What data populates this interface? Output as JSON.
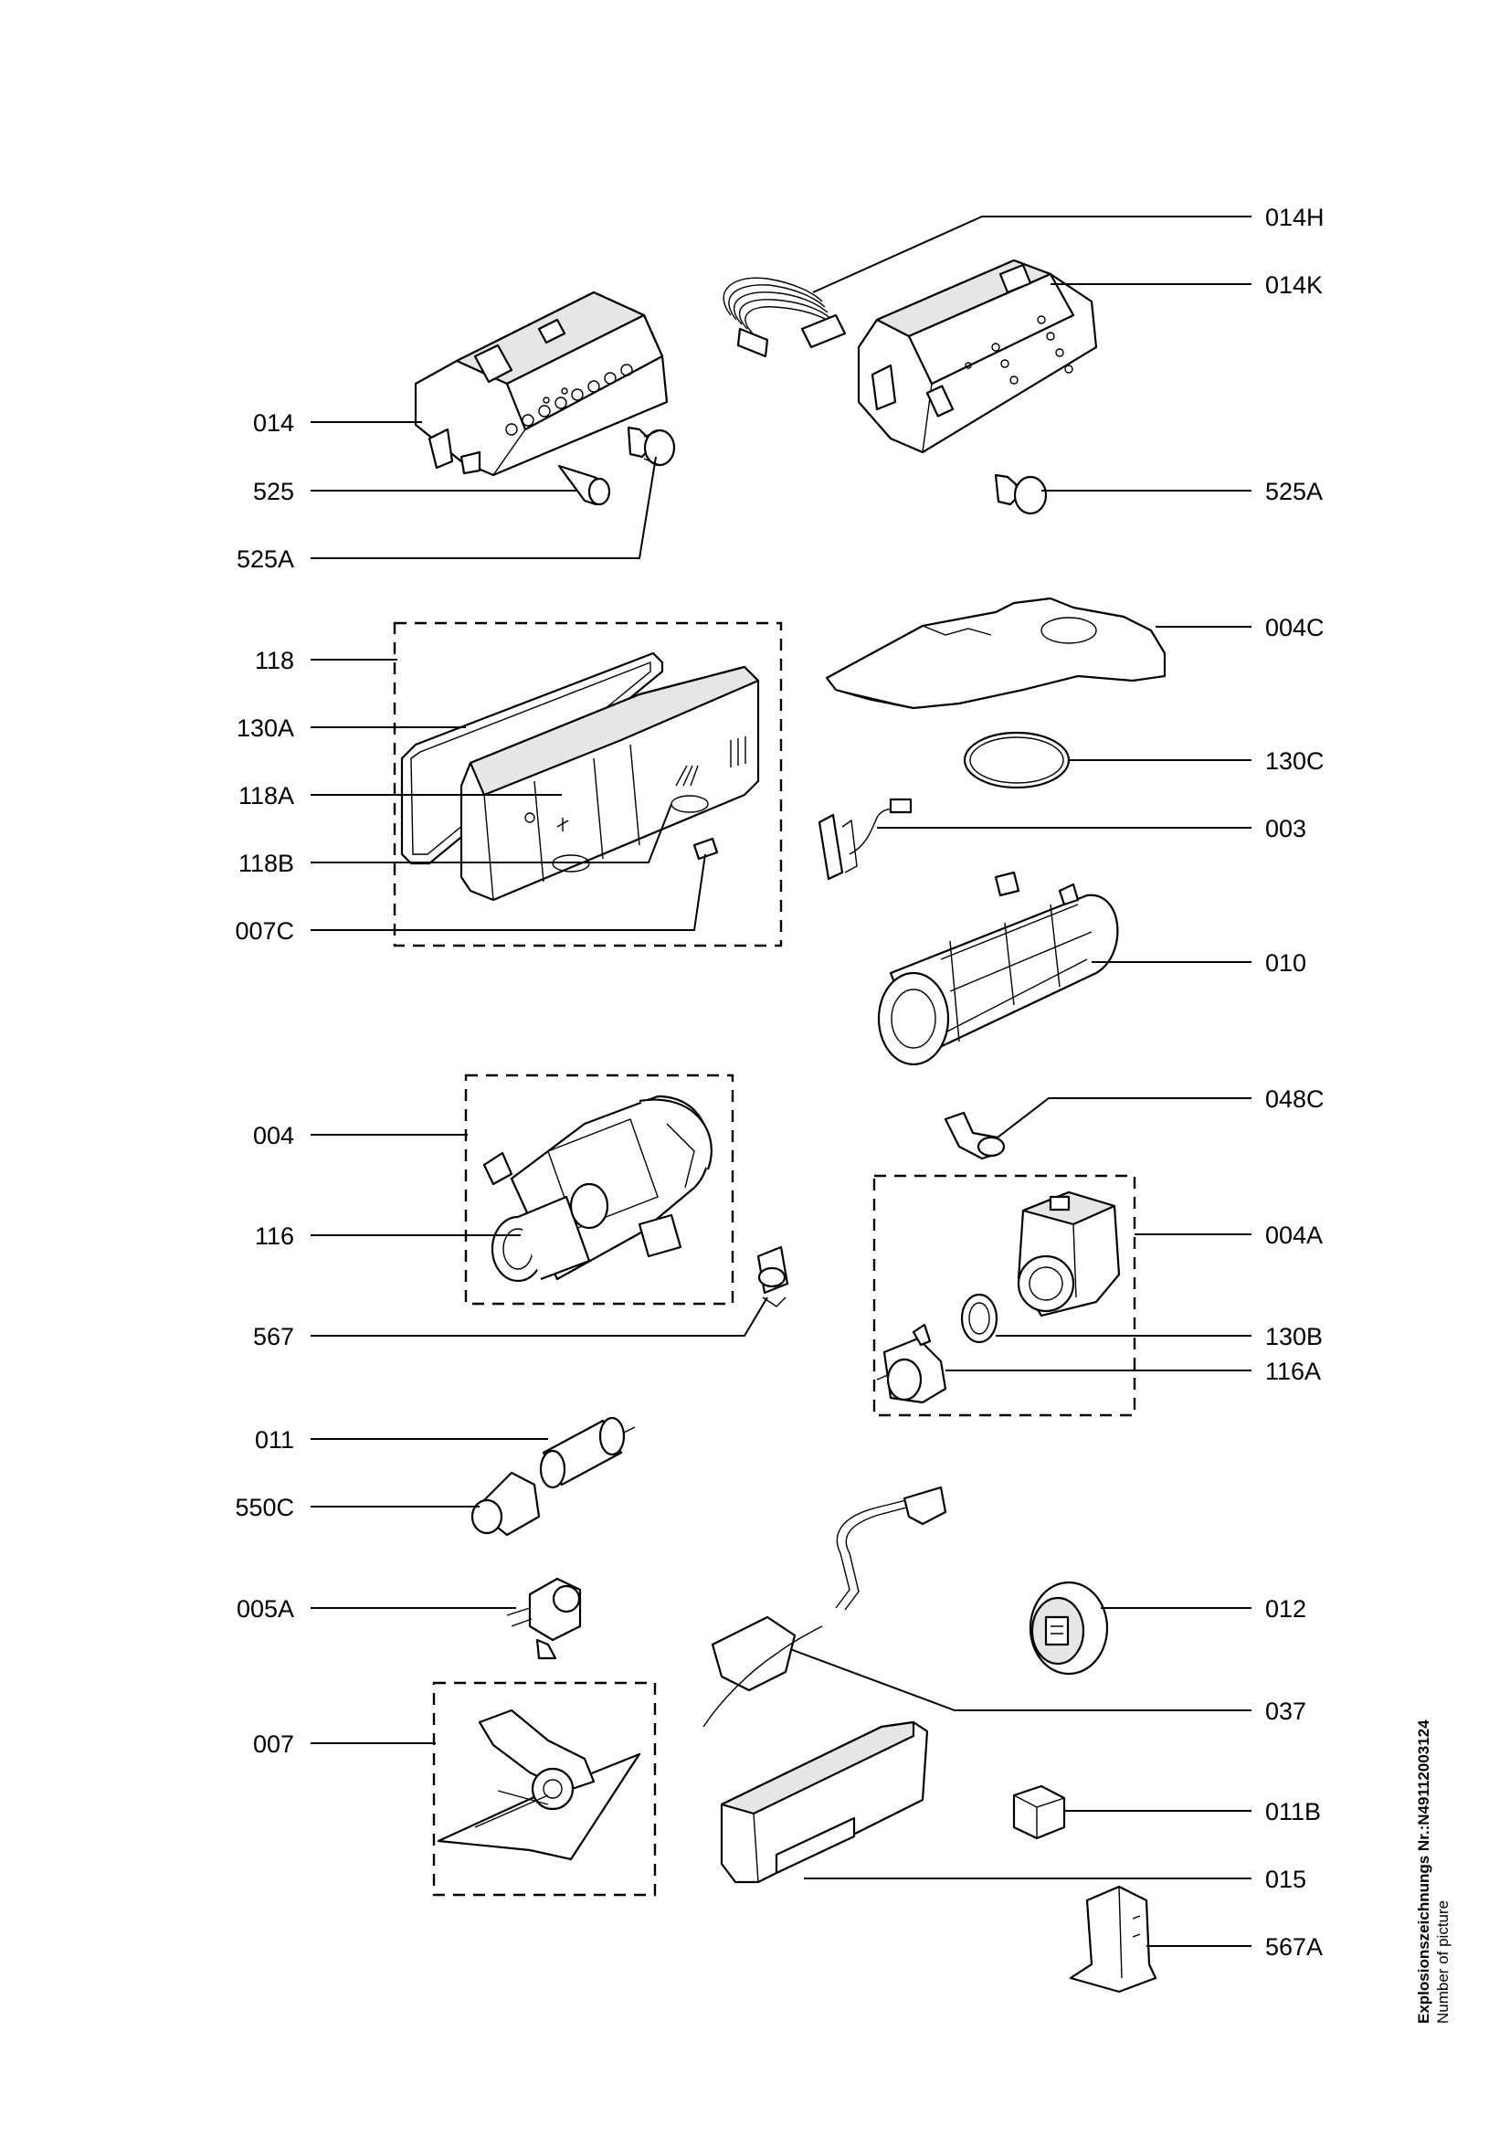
{
  "labels": {
    "014H": "014H",
    "014K": "014K",
    "014": "014",
    "525": "525",
    "525A_left": "525A",
    "525A_right": "525A",
    "118": "118",
    "130A": "130A",
    "118A": "118A",
    "118B": "118B",
    "007C": "007C",
    "004C": "004C",
    "130C": "130C",
    "003": "003",
    "010": "010",
    "004": "004",
    "116": "116",
    "567": "567",
    "048C": "048C",
    "004A": "004A",
    "130B": "130B",
    "116A": "116A",
    "011": "011",
    "550C": "550C",
    "005A": "005A",
    "007": "007",
    "012": "012",
    "037": "037",
    "011B": "011B",
    "015": "015",
    "567A": "567A"
  },
  "caption": {
    "line1": "Explosionszeichnungs  Nr.:N49112003124",
    "line2": "Number of picture"
  }
}
